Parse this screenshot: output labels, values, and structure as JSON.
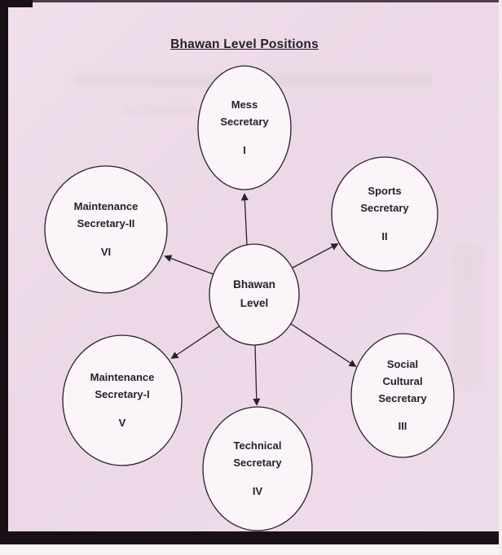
{
  "title": "Bhawan Level Positions",
  "center_node": {
    "line1": "Bhawan",
    "line2": "Level"
  },
  "nodes": {
    "mess": {
      "line1": "Mess",
      "line2": "Secretary",
      "numeral": "I"
    },
    "sports": {
      "line1": "Sports",
      "line2": "Secretary",
      "numeral": "II"
    },
    "social": {
      "line1": "Social",
      "line2": "Cultural",
      "line3": "Secretary",
      "numeral": "III"
    },
    "technical": {
      "line1": "Technical",
      "line2": "Secretary",
      "numeral": "IV"
    },
    "maintenance1": {
      "line1": "Maintenance",
      "line2": "Secretary-I",
      "numeral": "V"
    },
    "maintenance2": {
      "line1": "Maintenance",
      "line2": "Secretary-II",
      "numeral": "VI"
    }
  },
  "colors": {
    "paper": "#eedbe9",
    "ink": "#26222a",
    "node_fill": "#fbf4f9"
  }
}
